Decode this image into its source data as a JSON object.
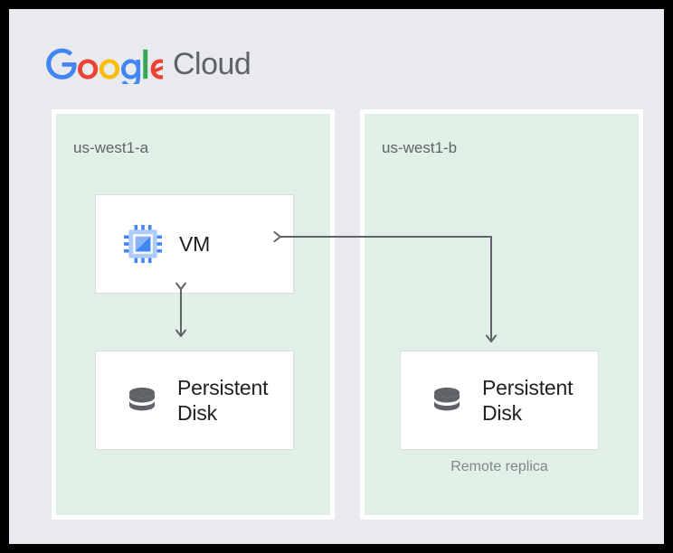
{
  "brand": {
    "google_text": "Google",
    "cloud_text": "Cloud",
    "colors": {
      "blue": "#4285F4",
      "red": "#EA4335",
      "yellow": "#FBBC05",
      "green": "#34A853",
      "gray": "#5F6368"
    }
  },
  "canvas": {
    "background": "#E8EAED",
    "frame_color": "#000000"
  },
  "zones": [
    {
      "id": "us-west1-a",
      "label": "us-west1-a",
      "fill": "#E1F0E7",
      "border": "#FFFFFF",
      "components": [
        {
          "id": "vm",
          "label": "VM",
          "icon": "cpu-chip-icon"
        },
        {
          "id": "persistent-disk-primary",
          "label": "Persistent Disk",
          "icon": "database-disk-icon"
        }
      ],
      "caption": ""
    },
    {
      "id": "us-west1-b",
      "label": "us-west1-b",
      "fill": "#E1F0E7",
      "border": "#FFFFFF",
      "components": [
        {
          "id": "persistent-disk-replica",
          "label": "Persistent Disk",
          "icon": "database-disk-icon"
        }
      ],
      "caption": "Remote replica"
    }
  ],
  "connectors": [
    {
      "id": "vm-to-disk-primary",
      "from": "vm",
      "to": "persistent-disk-primary",
      "style": "double-headed-vertical-arrow",
      "color": "#5F6368"
    },
    {
      "id": "replication-path",
      "from": "vm",
      "to": "persistent-disk-replica",
      "style": "elbow-double-arrow",
      "color": "#5F6368"
    }
  ]
}
